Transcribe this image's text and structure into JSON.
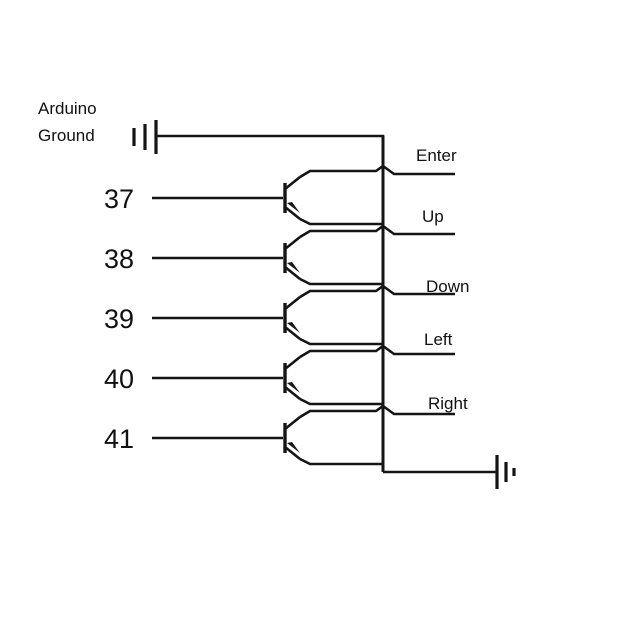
{
  "diagram": {
    "title": "Arduino Ground",
    "ground_label_line1": "Arduino",
    "ground_label_line2": "Ground",
    "colors": {
      "wire": "#151515",
      "text": "#111111",
      "background": "#ffffff"
    },
    "pins": [
      {
        "number": "37",
        "output": "Enter"
      },
      {
        "number": "38",
        "output": "Up"
      },
      {
        "number": "39",
        "output": "Down"
      },
      {
        "number": "40",
        "output": "Left"
      },
      {
        "number": "41",
        "output": "Right"
      }
    ],
    "icons": {
      "top_ground": "ground-symbol",
      "bottom_ground": "ground-symbol",
      "transistor": "npn-transistor-symbol"
    }
  }
}
